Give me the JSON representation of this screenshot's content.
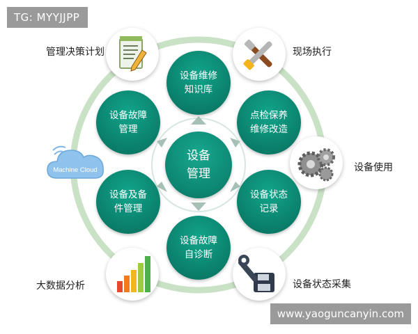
{
  "watermark_tag": "TG: MYYJJPP",
  "url_badge": "www.yaoguncanyin.com",
  "center": {
    "line1": "设备",
    "line2": "管理"
  },
  "inner_nodes": [
    {
      "id": "knowledge",
      "line1": "设备维修",
      "line2": "知识库"
    },
    {
      "id": "inspection",
      "line1": "点检保养",
      "line2": "维修改造"
    },
    {
      "id": "state-record",
      "line1": "设备状态",
      "line2": "记录"
    },
    {
      "id": "fault-diagnosis",
      "line1": "设备故障",
      "line2": "自诊断"
    },
    {
      "id": "spare-parts",
      "line1": "设备及备",
      "line2": "件管理"
    },
    {
      "id": "fault-management",
      "line1": "设备故障",
      "line2": "管理"
    }
  ],
  "outer_labels": {
    "decision": "管理决策计划",
    "execution": "现场执行",
    "usage": "设备使用",
    "collection": "设备状态采集",
    "bigdata": "大数据分析"
  },
  "cloud_text": "Machine Cloud",
  "colors": {
    "node_green": "#0a7e6a",
    "ring": "#bfdcbf",
    "arrow": "#9fb5ad",
    "badge_bg": "#9a9a9a"
  },
  "icons": [
    "document-pencil-icon",
    "tools-icon",
    "gears-icon",
    "wrench-disk-icon",
    "bar-chart-icon",
    "cloud-icon"
  ]
}
